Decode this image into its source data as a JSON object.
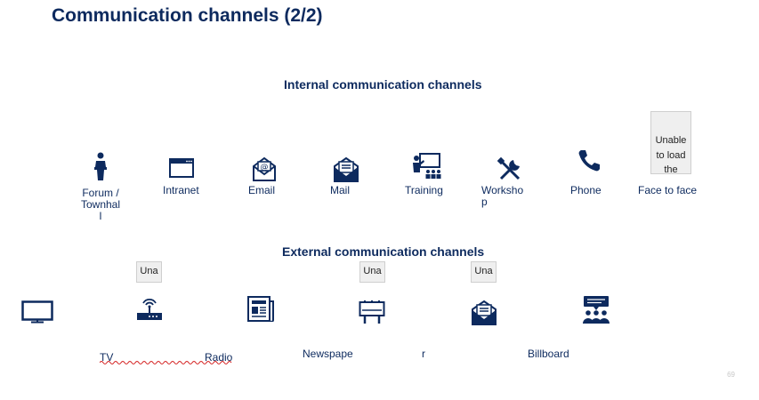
{
  "slide": {
    "title": "Communication channels (2/2)",
    "page_number": "69"
  },
  "internal": {
    "heading": "Internal communication channels",
    "items": [
      {
        "icon": "speaker-podium-icon",
        "label": "Forum / Townhal l"
      },
      {
        "icon": "browser-window-icon",
        "label": "Intranet"
      },
      {
        "icon": "email-envelope-icon",
        "label": "Email"
      },
      {
        "icon": "mail-letter-icon",
        "label": "Mail"
      },
      {
        "icon": "training-presenter-icon",
        "label": "Training"
      },
      {
        "icon": "tools-icon",
        "label": "Worksho p"
      },
      {
        "icon": "phone-icon",
        "label": "Phone"
      },
      {
        "icon": "image-placeholder",
        "label": "Face to face"
      }
    ],
    "placeholder_text": "Unable to load the"
  },
  "external": {
    "heading": "External communication channels",
    "placeholder_text": "Una",
    "icons": [
      "tv-icon",
      "radio-router-icon",
      "newspaper-icon",
      "billboard-icon",
      "mail-letter-icon",
      "speaker-audience-icon"
    ],
    "labels": {
      "tv": "TV",
      "radio": "Radio",
      "newspaper_part1": "Newspape",
      "newspaper_part2": "r",
      "billboard": "Billboard"
    }
  },
  "colors": {
    "navy": "#0d2a5e",
    "spellcheck": "#d42020"
  }
}
